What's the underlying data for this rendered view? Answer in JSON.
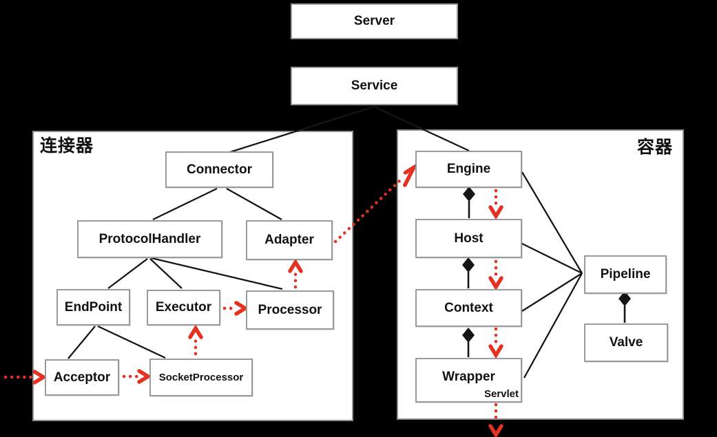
{
  "nodes": {
    "server": "Server",
    "service": "Service",
    "connector": "Connector",
    "protocol_handler": "ProtocolHandler",
    "adapter": "Adapter",
    "endpoint": "EndPoint",
    "executor": "Executor",
    "processor": "Processor",
    "acceptor": "Acceptor",
    "socket_processor": "SocketProcessor",
    "engine": "Engine",
    "host": "Host",
    "context": "Context",
    "wrapper": "Wrapper",
    "servlet": "Servlet",
    "pipeline": "Pipeline",
    "valve": "Valve"
  },
  "panels": {
    "connector": {
      "label": "连接器"
    },
    "container": {
      "label": "容器"
    }
  },
  "colors": {
    "background": "#000000",
    "panel_bg": "#ffffff",
    "box_border": "#9a9a9a",
    "line": "#151515",
    "arrow_red": "#e43222"
  }
}
